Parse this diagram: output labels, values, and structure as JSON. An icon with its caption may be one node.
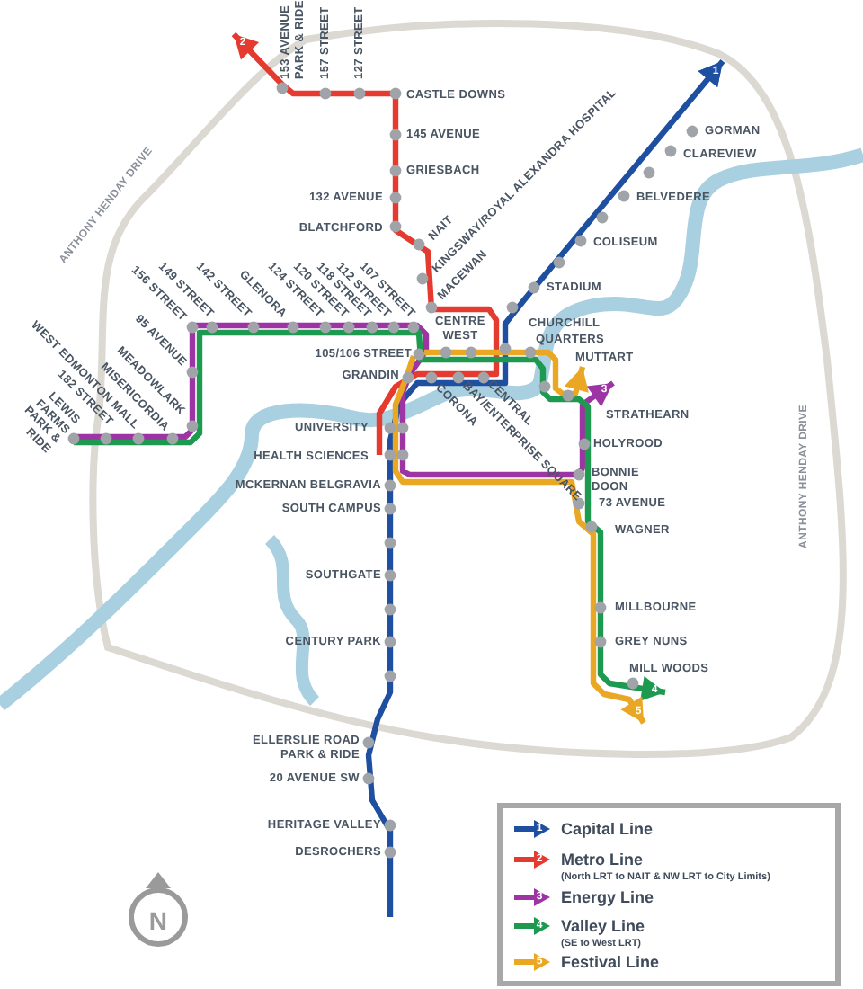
{
  "diagram": {
    "labels": [
      "153 AVENUE PARK & RIDE",
      "157 STREET",
      "127 STREET",
      "ANTHONY HENDAY DRIVE",
      "2",
      "CASTLE DOWNS",
      "145 AVENUE",
      "GRIESBACH",
      "132 AVENUE",
      "BLATCHFORD",
      "NAIT",
      "KINGSWAY/ROYAL ALEXANDRA HOSPITAL",
      "MACEWAN",
      "1",
      "GORMAN",
      "CLAREVIEW",
      "BELVEDERE",
      "COLISEUM",
      "STADIUM",
      "156 STREET",
      "149 STREET",
      "142 STREET",
      "GLENORA",
      "124 STREET",
      "120 STREET",
      "118 STREET",
      "112 STREET",
      "107 STREET",
      "95 AVENUE",
      "MEADOWLARK",
      "MISERICORDIA",
      "WEST EDMONTON MALL",
      "182 STREET",
      "LEWIS FARMS PARK & RIDE",
      "CENTRE WEST",
      "CHURCHILL",
      "QUARTERS",
      "MUTTART",
      "105/106 STREET",
      "GRANDIN",
      "CORONA",
      "BAY/ENTERPRISE SQUARE",
      "CENTRAL",
      "3",
      "STRATHEARN",
      "ANTHONY HENDAY DRIVE",
      "UNIVERSITY",
      "HOLYROOD",
      "HEALTH SCIENCES",
      "BONNIE DOON",
      "MCKERNAN BELGRAVIA",
      "73 AVENUE",
      "SOUTH CAMPUS",
      "WAGNER",
      "SOUTHGATE",
      "MILLBOURNE",
      "CENTURY PARK",
      "GREY NUNS",
      "MILL WOODS",
      "4",
      "5",
      "ELLERSLIE ROAD PARK & RIDE",
      "20 AVENUE SW",
      "HERITAGE VALLEY",
      "DESROCHERS",
      "N",
      "1",
      "2",
      "(North LRT to NAIT & NW LRT to City Limits)",
      "3",
      "4",
      "(SE to West LRT)",
      "5"
    ],
    "legend": [
      {
        "text": "Capital Line"
      },
      {
        "text": "Metro Line"
      },
      {
        "text": "Energy Line"
      },
      {
        "text": "Valley Line"
      },
      {
        "text": "Festival Line"
      }
    ]
  }
}
